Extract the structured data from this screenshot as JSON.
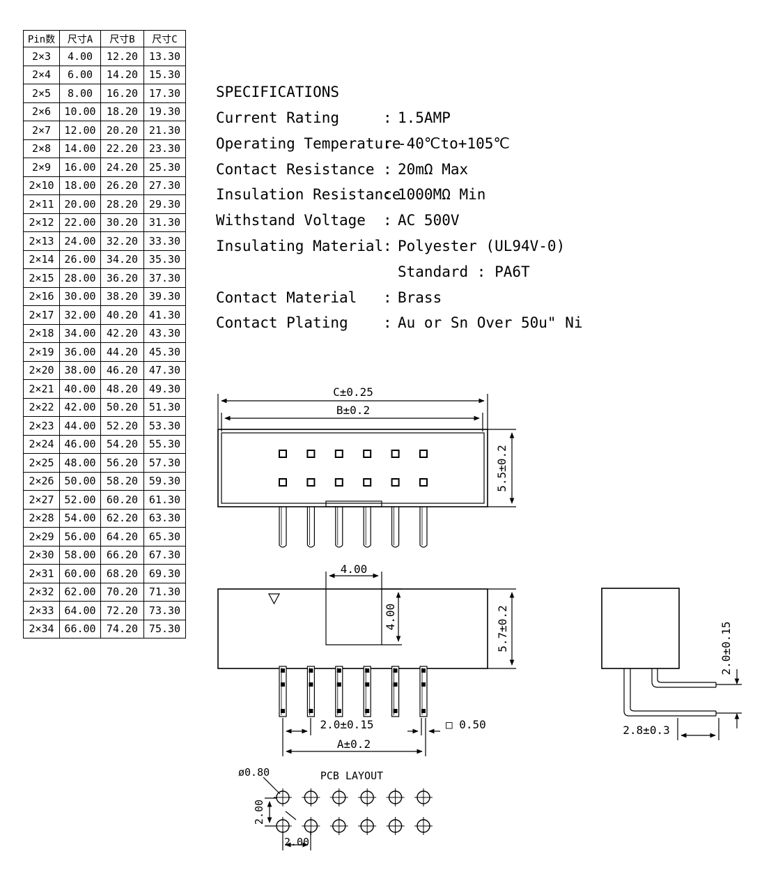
{
  "table": {
    "headers": [
      "Pin数",
      "尺寸A",
      "尺寸B",
      "尺寸C"
    ],
    "rows": [
      [
        "2×3",
        "4.00",
        "12.20",
        "13.30"
      ],
      [
        "2×4",
        "6.00",
        "14.20",
        "15.30"
      ],
      [
        "2×5",
        "8.00",
        "16.20",
        "17.30"
      ],
      [
        "2×6",
        "10.00",
        "18.20",
        "19.30"
      ],
      [
        "2×7",
        "12.00",
        "20.20",
        "21.30"
      ],
      [
        "2×8",
        "14.00",
        "22.20",
        "23.30"
      ],
      [
        "2×9",
        "16.00",
        "24.20",
        "25.30"
      ],
      [
        "2×10",
        "18.00",
        "26.20",
        "27.30"
      ],
      [
        "2×11",
        "20.00",
        "28.20",
        "29.30"
      ],
      [
        "2×12",
        "22.00",
        "30.20",
        "31.30"
      ],
      [
        "2×13",
        "24.00",
        "32.20",
        "33.30"
      ],
      [
        "2×14",
        "26.00",
        "34.20",
        "35.30"
      ],
      [
        "2×15",
        "28.00",
        "36.20",
        "37.30"
      ],
      [
        "2×16",
        "30.00",
        "38.20",
        "39.30"
      ],
      [
        "2×17",
        "32.00",
        "40.20",
        "41.30"
      ],
      [
        "2×18",
        "34.00",
        "42.20",
        "43.30"
      ],
      [
        "2×19",
        "36.00",
        "44.20",
        "45.30"
      ],
      [
        "2×20",
        "38.00",
        "46.20",
        "47.30"
      ],
      [
        "2×21",
        "40.00",
        "48.20",
        "49.30"
      ],
      [
        "2×22",
        "42.00",
        "50.20",
        "51.30"
      ],
      [
        "2×23",
        "44.00",
        "52.20",
        "53.30"
      ],
      [
        "2×24",
        "46.00",
        "54.20",
        "55.30"
      ],
      [
        "2×25",
        "48.00",
        "56.20",
        "57.30"
      ],
      [
        "2×26",
        "50.00",
        "58.20",
        "59.30"
      ],
      [
        "2×27",
        "52.00",
        "60.20",
        "61.30"
      ],
      [
        "2×28",
        "54.00",
        "62.20",
        "63.30"
      ],
      [
        "2×29",
        "56.00",
        "64.20",
        "65.30"
      ],
      [
        "2×30",
        "58.00",
        "66.20",
        "67.30"
      ],
      [
        "2×31",
        "60.00",
        "68.20",
        "69.30"
      ],
      [
        "2×32",
        "62.00",
        "70.20",
        "71.30"
      ],
      [
        "2×33",
        "64.00",
        "72.20",
        "73.30"
      ],
      [
        "2×34",
        "66.00",
        "74.20",
        "75.30"
      ]
    ]
  },
  "specs": {
    "title": "SPECIFICATIONS",
    "colon": ":",
    "items": [
      {
        "label": "Current Rating",
        "value": "1.5AMP"
      },
      {
        "label": "Operating Temperature",
        "value": "-40℃to+105℃"
      },
      {
        "label": "Contact Resistance",
        "value": "20mΩ Max"
      },
      {
        "label": "Insulation Resistance",
        "value": "1000MΩ Min"
      },
      {
        "label": "Withstand Voltage",
        "value": "AC 500V"
      },
      {
        "label": "Insulating Material",
        "value": "Polyester (UL94V-0)"
      },
      {
        "label": "",
        "value": "Standard : PA6T"
      },
      {
        "label": "Contact Material",
        "value": "Brass"
      },
      {
        "label": "Contact Plating",
        "value": "Au or Sn Over 50u\" Ni"
      }
    ]
  },
  "drawing": {
    "dim_c": "C±0.25",
    "dim_b": "B±0.2",
    "dim_height_top": "5.5±0.2",
    "dim_4_width": "4.00",
    "dim_4_height": "4.00",
    "dim_height_side": "5.7±0.2",
    "dim_pitch": "2.0±0.15",
    "dim_pin_square": "□ 0.50",
    "dim_a": "A±0.2",
    "dim_side_pitch": "2.0±0.15",
    "dim_side_offset": "2.8±0.3",
    "pcb_title": "PCB LAYOUT",
    "pcb_hole": "ø0.80",
    "pcb_pitch_v": "2.00",
    "pcb_pitch_h": "2.00",
    "pin_columns": 6
  }
}
